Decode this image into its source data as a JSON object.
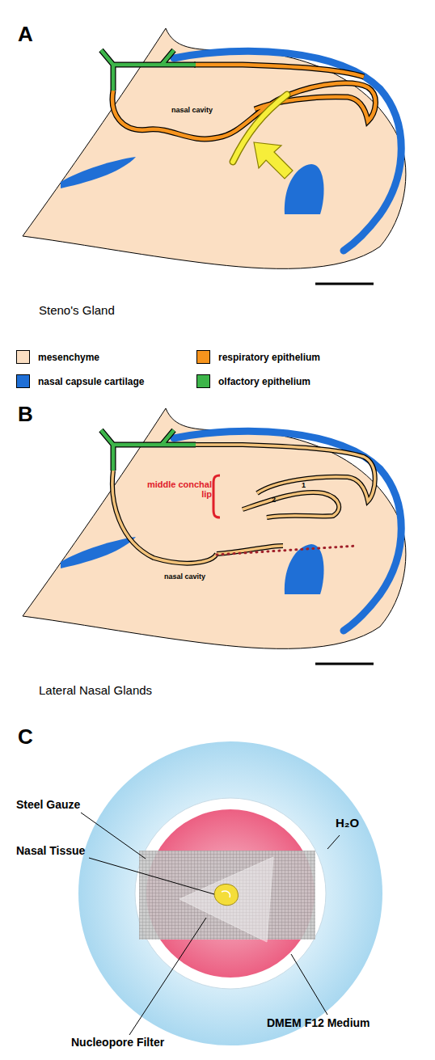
{
  "diagram": {
    "labels": [
      "A",
      "nasal cavity",
      "Steno's Gland",
      "B",
      "middle conchal lip",
      "1",
      "2",
      "nasal cavity",
      "Lateral Nasal Glands",
      "C",
      "H₂O",
      "Steel Gauze",
      "Nasal Tissue",
      "Nucleopore Filter",
      "DMEM F12 Medium"
    ],
    "legend": [
      {
        "text": "mesenchyme",
        "color": "#fbdfc3"
      },
      {
        "text": "respiratory epithelium",
        "color": "#f7941d"
      },
      {
        "text": "nasal capsule cartilage",
        "color": "#1f6fd6"
      },
      {
        "text": "olfactory epithelium",
        "color": "#3db54a"
      }
    ]
  }
}
